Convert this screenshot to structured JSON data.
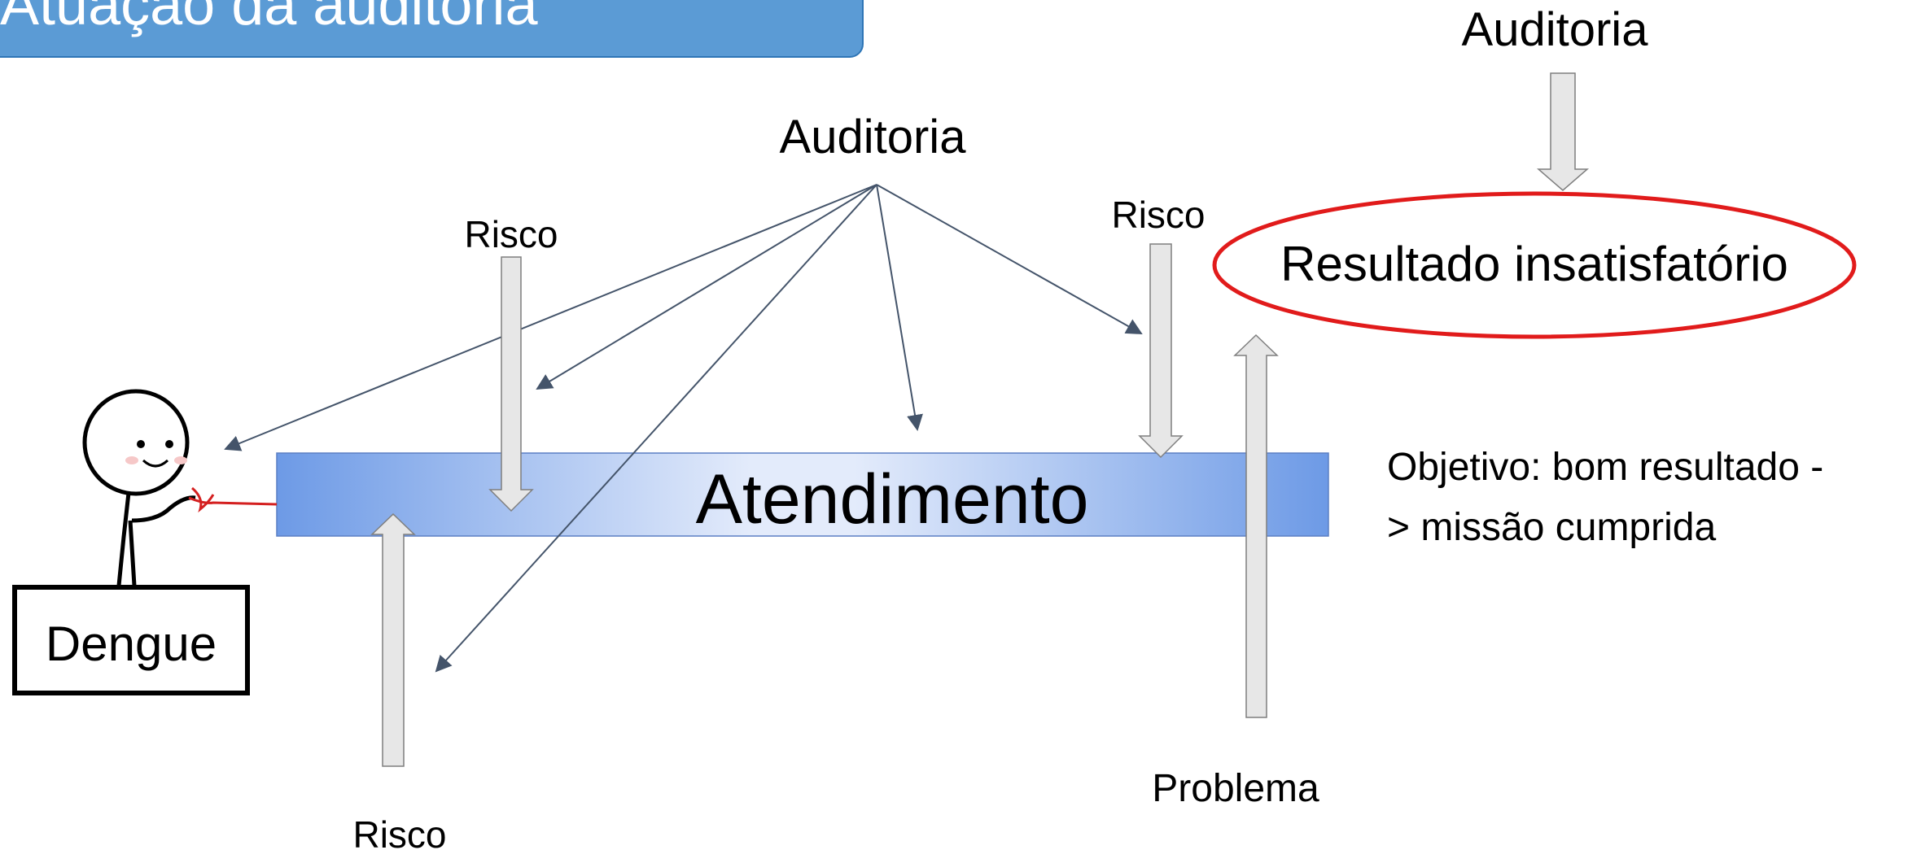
{
  "slide": {
    "title": "Atuação da auditoria"
  },
  "diagram": {
    "central_bar": "Atendimento",
    "audit_label_center": "Auditoria",
    "audit_label_top_right": "Auditoria",
    "risk_label_top_left": "Risco",
    "risk_label_top_right": "Risco",
    "risk_label_bottom": "Risco",
    "problem_label": "Problema",
    "result_label": "Resultado insatisfatório",
    "objective_line1": "Objetivo: bom resultado -",
    "objective_line2": "> missão cumprida",
    "patient_sign": "Dengue"
  },
  "colors": {
    "title_bg": "#5b9bd5",
    "title_text": "#ffffff",
    "bar_edge": "#6d9ae6",
    "bar_center": "#e3ebfb",
    "arrow_fill": "#e7e7e7",
    "arrow_stroke": "#7f7f7f",
    "connector": "#44546a",
    "result_ellipse": "#e11b1b",
    "red_string": "#d42020"
  }
}
